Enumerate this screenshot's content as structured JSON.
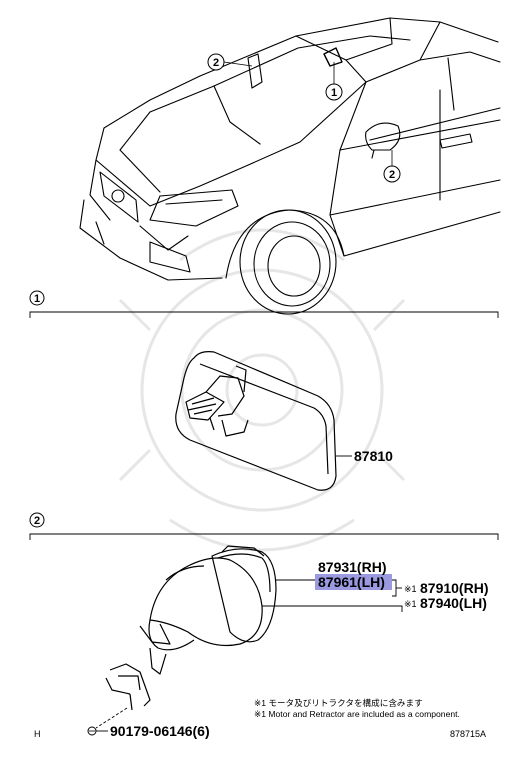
{
  "callout_1": "1",
  "callout_2": "2",
  "section_1_marker": "1",
  "section_2_marker": "2",
  "parts": {
    "inner_mirror": "87810",
    "outer_mirror_rh": "87931(RH)",
    "outer_mirror_lh": "87961(LH)",
    "mirror_assy_rh": "87910(RH)",
    "mirror_assy_lh": "87940(LH)",
    "screw": "90179-06146(6)"
  },
  "note_mark": "※1",
  "notes": {
    "jp": "※1 モータ及びリトラクタを構成に含みます",
    "en": "※1 Motor and Retractor are included as a component."
  },
  "footer_left": "H",
  "footer_code": "878715A",
  "colors": {
    "highlight": "#9b9ae0",
    "line": "#000000",
    "watermark": "#e6e6e6"
  }
}
